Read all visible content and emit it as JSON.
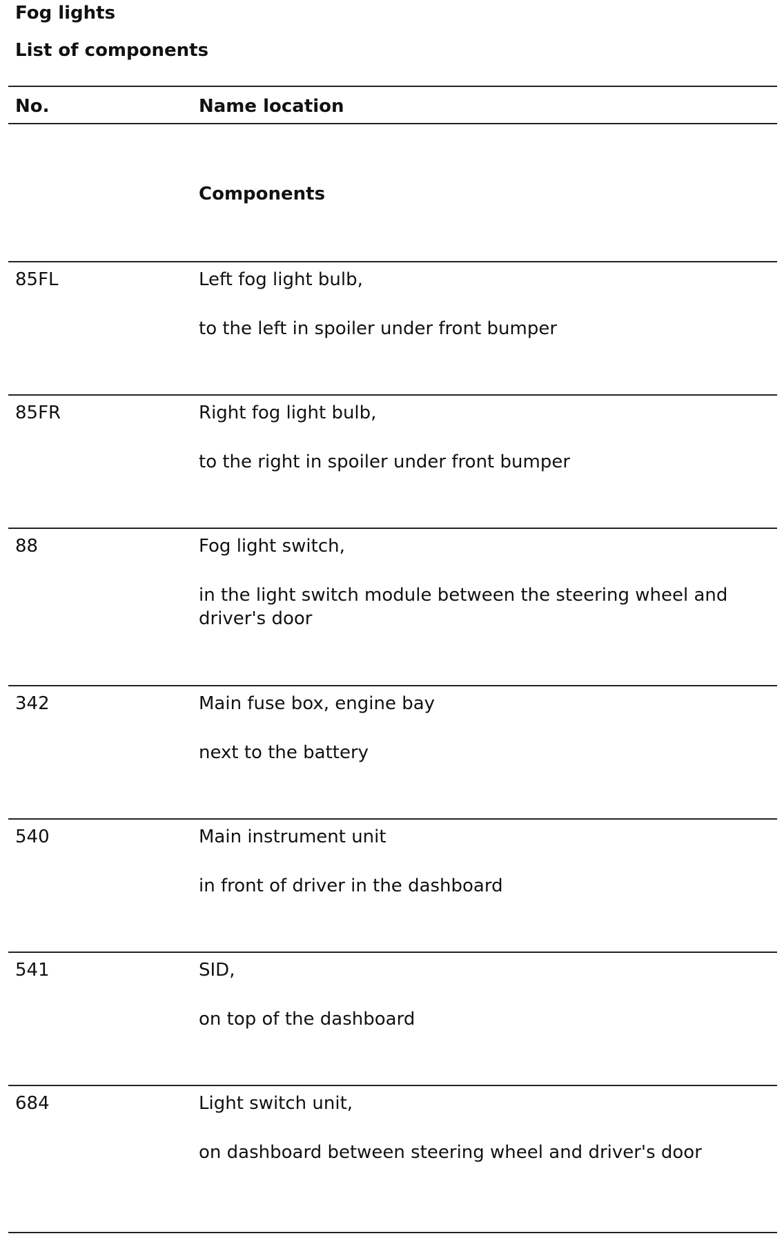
{
  "document": {
    "title": "Fog lights",
    "subtitle": "List of components"
  },
  "table": {
    "headers": {
      "no": "No.",
      "name_location": "Name location"
    },
    "section_label": "Components",
    "rows": [
      {
        "no": "85FL",
        "name": "Left fog light bulb,",
        "location": "to the left in spoiler under front bumper"
      },
      {
        "no": "85FR",
        "name": "Right fog light bulb,",
        "location": "to the right in spoiler under front bumper"
      },
      {
        "no": "88",
        "name": "Fog light switch,",
        "location": "in the light switch module between the steering wheel and driver's door"
      },
      {
        "no": "342",
        "name": "Main fuse box, engine bay",
        "location": "next to the battery"
      },
      {
        "no": "540",
        "name": "Main instrument unit",
        "location": "in front of driver in the dashboard"
      },
      {
        "no": "541",
        "name": "SID,",
        "location": "on top of the dashboard"
      },
      {
        "no": "684",
        "name": "Light switch unit,",
        "location": "on dashboard between steering wheel and driver's door"
      }
    ]
  }
}
